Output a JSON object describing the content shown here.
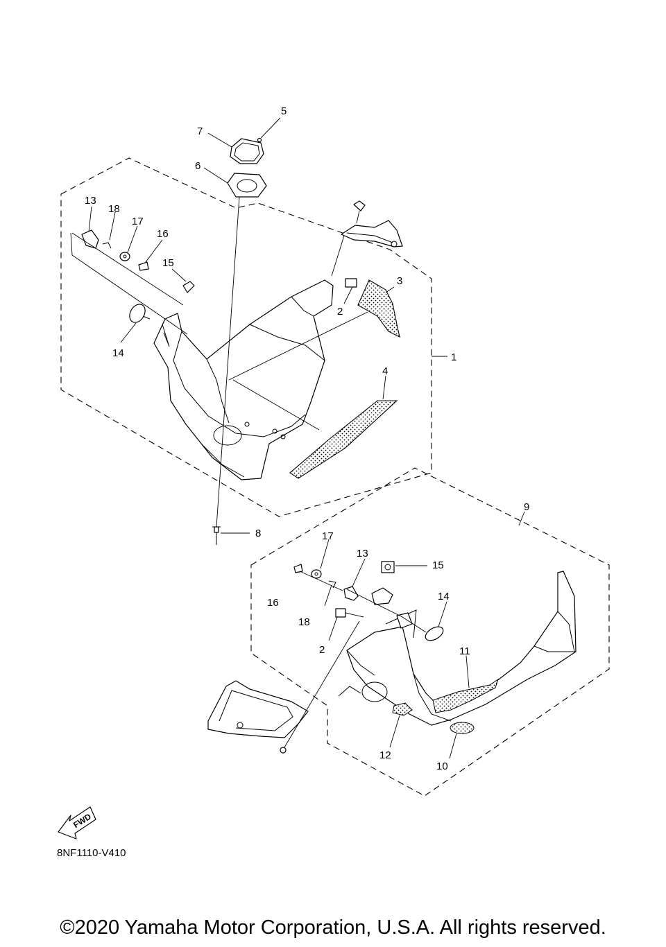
{
  "diagram": {
    "reference_code": "8NF1110-V410",
    "copyright": "©2020 Yamaha Motor Corporation, U.S.A. All rights reserved.",
    "fwd_label": "FWD",
    "callouts": {
      "c1": "1",
      "c2a": "2",
      "c3": "3",
      "c4": "4",
      "c5": "5",
      "c6": "6",
      "c7": "7",
      "c8": "8",
      "c9": "9",
      "c10": "10",
      "c11": "11",
      "c12": "12",
      "c13a": "13",
      "c14a": "14",
      "c15a": "15",
      "c16a": "16",
      "c17a": "17",
      "c18a": "18",
      "c13b": "13",
      "c14b": "14",
      "c15b": "15",
      "c16b": "16",
      "c17b": "17",
      "c18b": "18",
      "c2b": "2"
    }
  }
}
